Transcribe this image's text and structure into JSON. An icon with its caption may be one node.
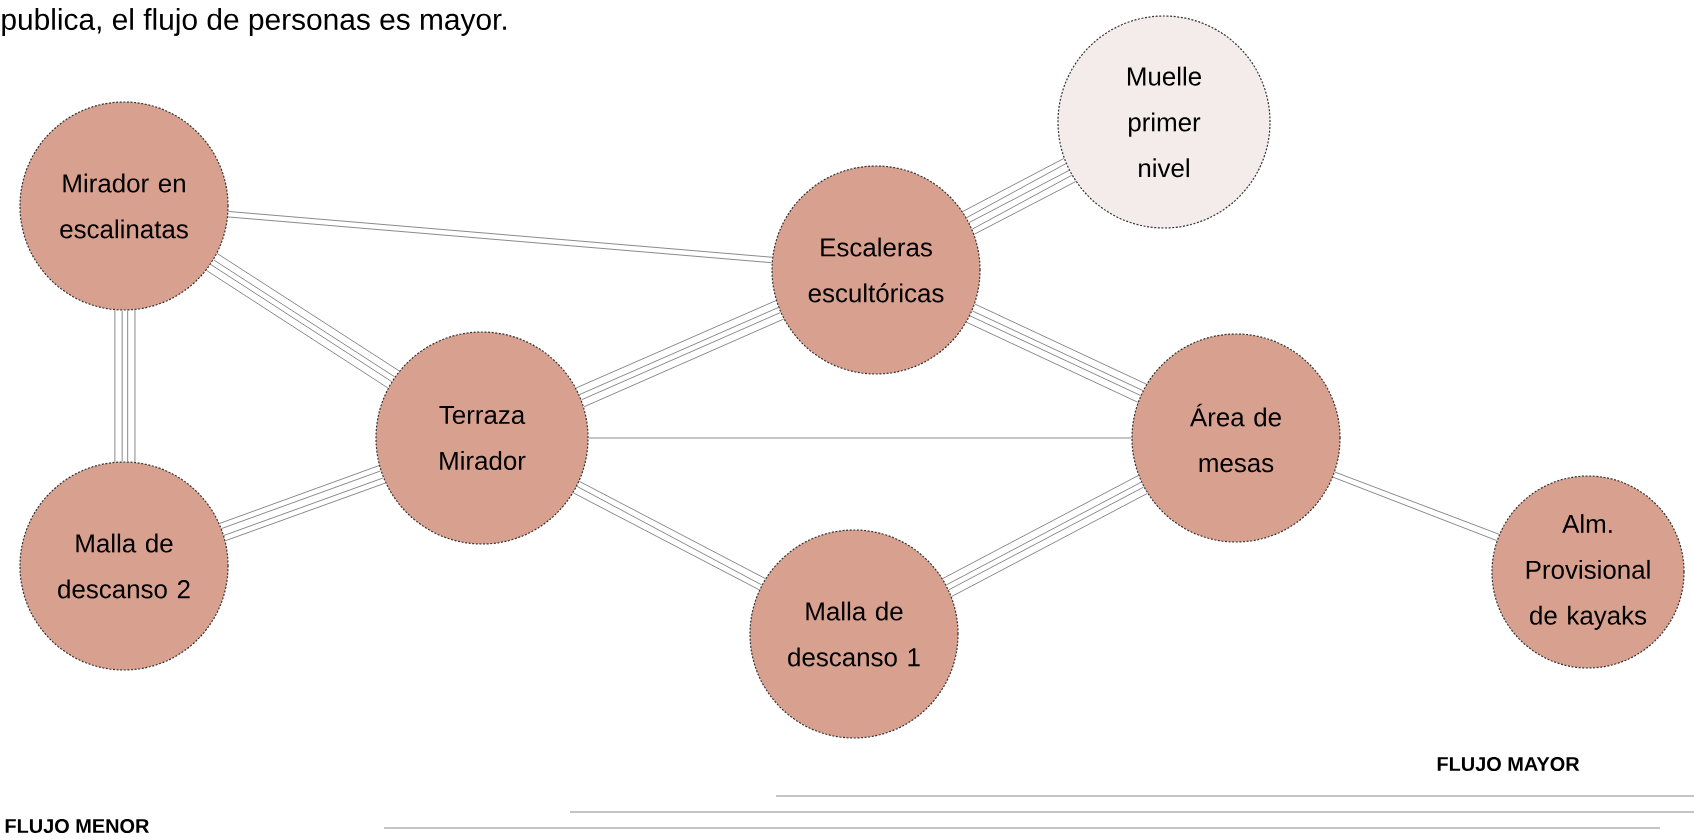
{
  "diagram": {
    "nodes": [
      {
        "text": [
          "Mirador en escalinatas"
        ]
      },
      {
        "text": [
          "Muelle primer nivel"
        ]
      },
      {
        "text": [
          "Escaleras escultóricas"
        ]
      },
      {
        "text": [
          "Terraza Mirador"
        ]
      },
      {
        "text": [
          "Área de mesas"
        ]
      },
      {
        "text": [
          "Malla de descanso 2"
        ]
      },
      {
        "text": [
          "Malla de descanso 1"
        ]
      },
      {
        "text": [
          "Alm. Provisional de kayaks"
        ]
      }
    ],
    "edges": [
      {
        "from": 0,
        "to": 2,
        "arrow": "none"
      },
      {
        "from": 0,
        "to": 3,
        "arrow": "none"
      },
      {
        "from": 0,
        "to": 5,
        "arrow": "none"
      },
      {
        "from": 2,
        "to": 1,
        "arrow": "none"
      },
      {
        "from": 3,
        "to": 2,
        "arrow": "none"
      },
      {
        "from": 2,
        "to": 4,
        "arrow": "none"
      },
      {
        "from": 3,
        "to": 4,
        "arrow": "none"
      },
      {
        "from": 3,
        "to": 5,
        "arrow": "none"
      },
      {
        "from": 3,
        "to": 6,
        "arrow": "none"
      },
      {
        "from": 6,
        "to": 4,
        "arrow": "none"
      },
      {
        "from": 4,
        "to": 7,
        "arrow": "none"
      }
    ],
    "labels": [
      "publica, el flujo de personas es mayor."
    ],
    "legend": [
      {
        "text": "FLUJO MAYOR"
      },
      {
        "text": "FLUJO MENOR"
      }
    ]
  }
}
